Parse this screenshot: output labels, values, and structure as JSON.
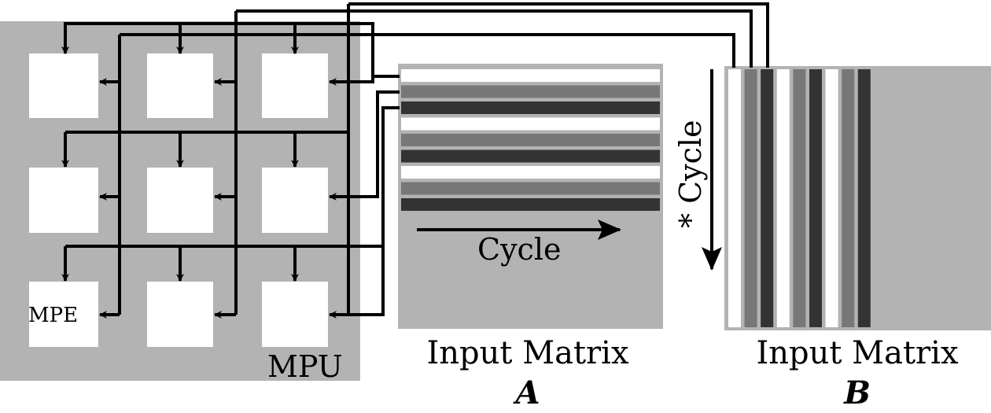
{
  "mpu": {
    "label": "MPU",
    "pe_label": "MPE",
    "grid": {
      "rows": 3,
      "cols": 3
    }
  },
  "matrix_a": {
    "title_line1": "Input Matrix",
    "title_line2": "A",
    "cycle_label": "Cycle",
    "stripe_colors": [
      "#ffffff",
      "#777777",
      "#333333",
      "#ffffff",
      "#777777",
      "#333333",
      "#ffffff",
      "#777777",
      "#333333"
    ]
  },
  "matrix_b": {
    "title_line1": "Input Matrix",
    "title_line2": "B",
    "cycle_label": "* Cycle",
    "stripe_colors": [
      "#ffffff",
      "#777777",
      "#333333",
      "#ffffff",
      "#777777",
      "#333333",
      "#ffffff",
      "#777777",
      "#333333"
    ]
  },
  "colors": {
    "panel_gray": "#b3b3b3",
    "wire": "#000000",
    "pe_fill": "#ffffff"
  }
}
